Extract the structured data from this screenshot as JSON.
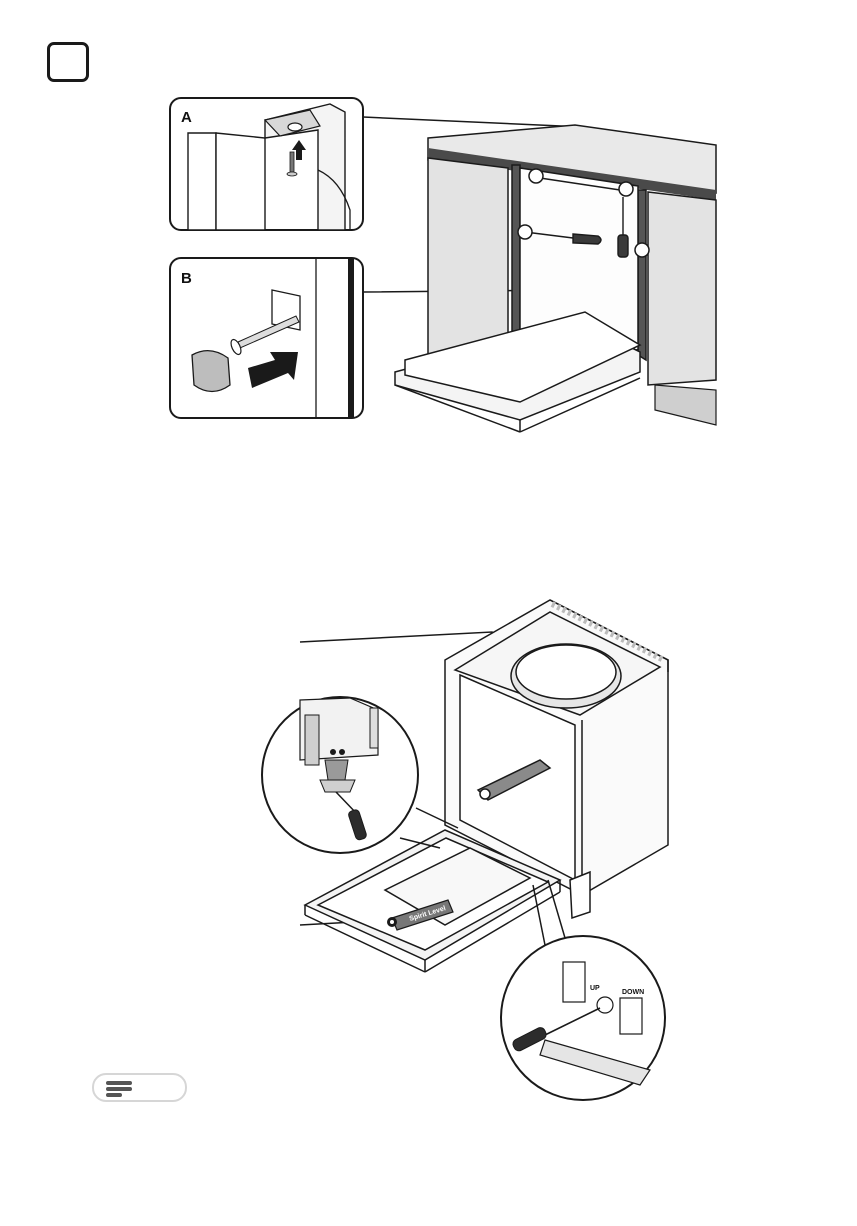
{
  "panels": {
    "a_label": "A",
    "b_label": "B"
  },
  "spirit_level_label": "Spirit Level",
  "adjust_labels": {
    "up": "UP",
    "down": "DOWN"
  },
  "colors": {
    "outline": "#1a1a1a",
    "countertop": "#e9e9e9",
    "cabinet": "#e3e3e3",
    "cabinet_dark": "#bdbdbd",
    "fill_light": "#f4f4f4"
  },
  "icons": [
    "step-number-box",
    "screwdriver-icon",
    "screw-icon",
    "arrow-up-icon",
    "arrow-right-icon",
    "menu-icon"
  ]
}
